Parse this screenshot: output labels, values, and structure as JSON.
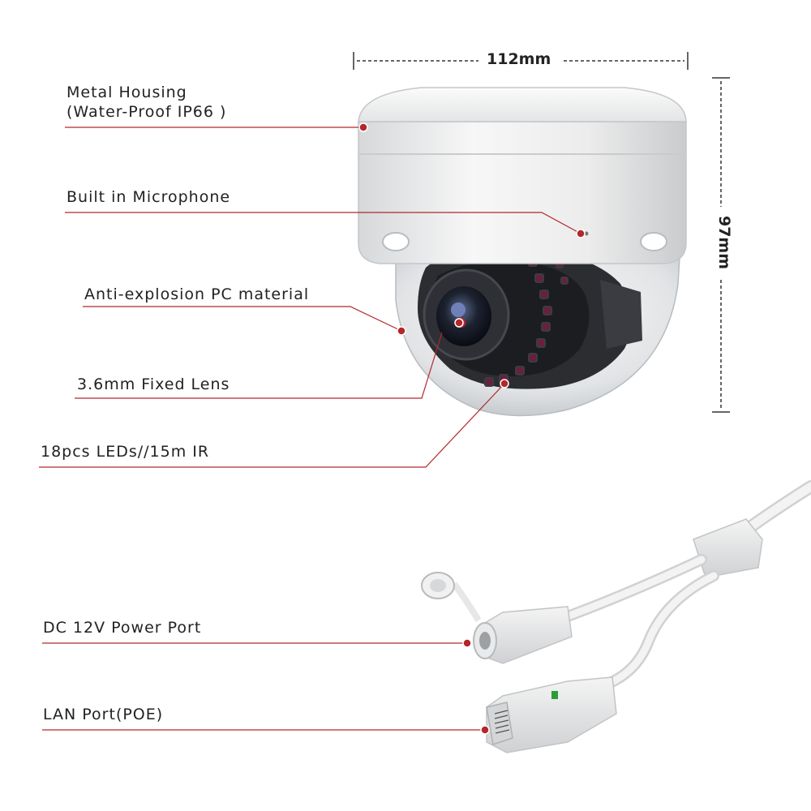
{
  "dimensions": {
    "width": "112mm",
    "height": "97mm"
  },
  "callouts": {
    "metal_housing": {
      "line1": "Metal Housing",
      "line2": "(Water-Proof IP66 )"
    },
    "microphone": "Built in Microphone",
    "pc_material": "Anti-explosion PC material",
    "lens": "3.6mm Fixed Lens",
    "leds": "18pcs LEDs//15m IR",
    "dc_port": "DC 12V Power Port",
    "lan_port": "LAN Port(POE)"
  },
  "colors": {
    "leader_line": "#b3272b",
    "dimension_line": "#333333",
    "label_text": "#222222"
  }
}
